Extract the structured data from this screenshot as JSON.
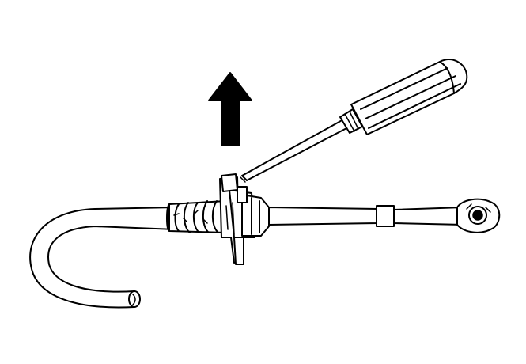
{
  "diagram": {
    "background": "#ffffff",
    "ink": "#000000",
    "arrow_direction": "up",
    "parts": [
      "screwdriver",
      "direction-arrow",
      "cable-retainer-clip",
      "cable-boot-spring",
      "cable-conduit",
      "cable-core-rod",
      "cable-end-eyelet",
      "cable-sleeve"
    ]
  }
}
